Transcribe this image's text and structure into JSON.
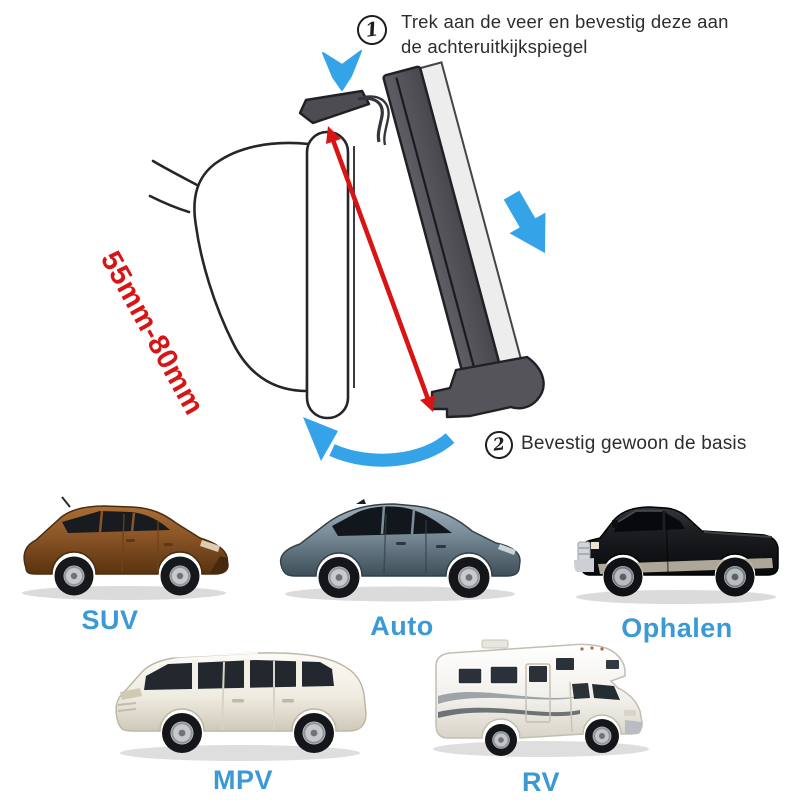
{
  "steps": [
    {
      "number": "1",
      "text": "Trek aan de veer en bevestig deze aan de achteruitkijkspiegel"
    },
    {
      "number": "2",
      "text": "Bevestig gewoon de basis"
    }
  ],
  "measurement": {
    "range_label": "55mm-80mm"
  },
  "vehicles": [
    {
      "label": "SUV"
    },
    {
      "label": "Auto"
    },
    {
      "label": "Ophalen"
    },
    {
      "label": "MPV"
    },
    {
      "label": "RV"
    }
  ],
  "colors": {
    "accent_blue_label": "#3b99d6",
    "arrow_blue": "#35a3e8",
    "measure_red": "#d81414",
    "mount_dark_gray": "#54545a",
    "text_dark": "#2d2d2d"
  }
}
